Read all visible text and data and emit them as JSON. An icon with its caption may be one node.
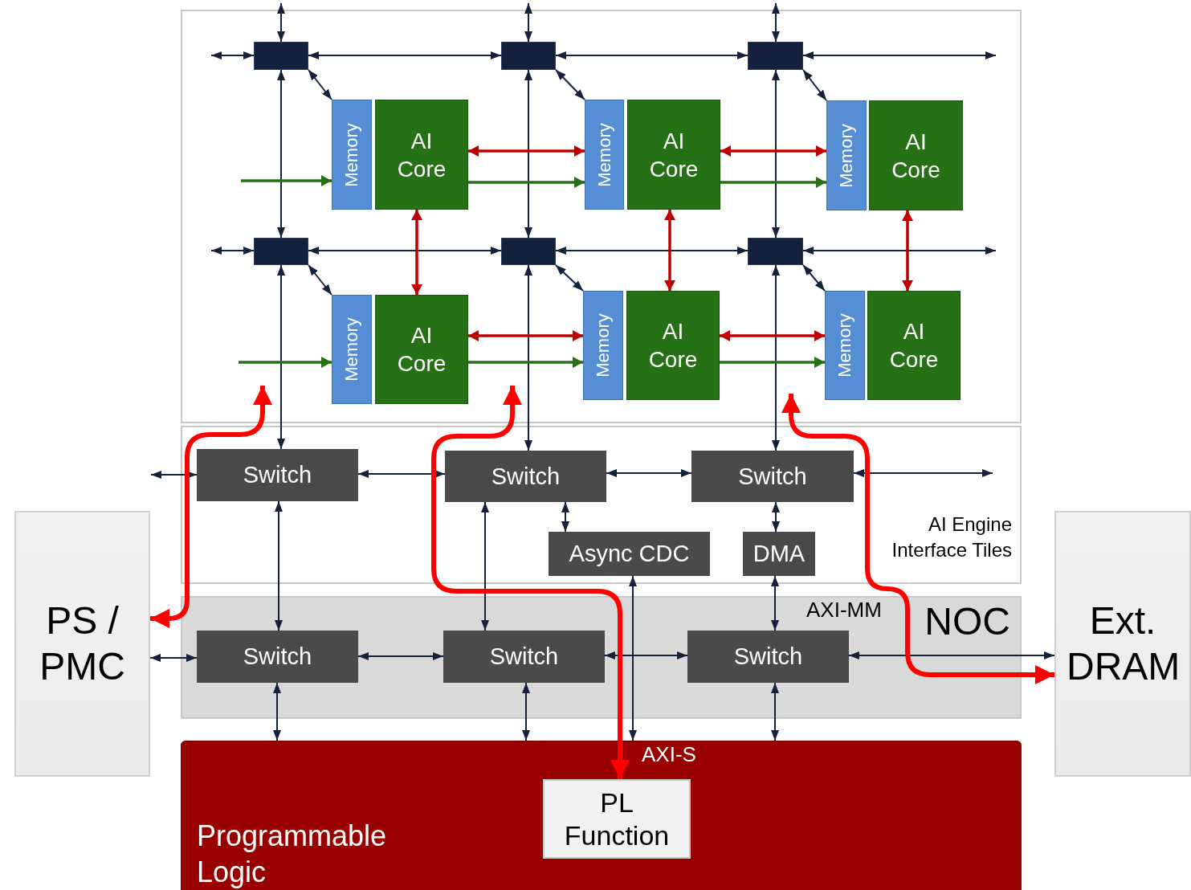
{
  "diagram": {
    "nodes": [
      {
        "text": [],
        "shape": "box"
      },
      {
        "text": [],
        "shape": "box",
        "in": 0
      },
      {
        "text": [],
        "shape": "box",
        "in": 0
      },
      {
        "text": [],
        "shape": "box",
        "in": 0
      },
      {
        "text": [],
        "shape": "box",
        "in": 0
      },
      {
        "text": [],
        "shape": "box",
        "in": 0
      },
      {
        "text": [],
        "shape": "box",
        "in": 0
      },
      {
        "text": [
          "Memory"
        ],
        "in": 0
      },
      {
        "text": [
          "AI Core"
        ],
        "in": 0
      },
      {
        "text": [
          "Memory"
        ],
        "in": 0
      },
      {
        "text": [
          "AI Core"
        ],
        "in": 0
      },
      {
        "text": [
          "Memory"
        ],
        "in": 0
      },
      {
        "text": [
          "AI Core"
        ],
        "in": 0
      },
      {
        "text": [
          "Memory"
        ],
        "in": 0
      },
      {
        "text": [
          "AI Core"
        ],
        "in": 0
      },
      {
        "text": [
          "Memory"
        ],
        "in": 0
      },
      {
        "text": [
          "AI Core"
        ],
        "in": 0
      },
      {
        "text": [
          "Memory"
        ],
        "in": 0
      },
      {
        "text": [
          "AI Core"
        ],
        "in": 0
      },
      {
        "text": [
          "AI Engine Interface Tiles"
        ]
      },
      {
        "text": [
          "Switch"
        ],
        "in": 19
      },
      {
        "text": [
          "Switch"
        ],
        "in": 19
      },
      {
        "text": [
          "Switch"
        ],
        "in": 19
      },
      {
        "text": [
          "Async CDC"
        ],
        "in": 19
      },
      {
        "text": [
          "DMA"
        ],
        "in": 19
      },
      {
        "text": [
          "NOC"
        ]
      },
      {
        "text": [
          "Switch"
        ],
        "in": 25
      },
      {
        "text": [
          "Switch"
        ],
        "in": 25
      },
      {
        "text": [
          "Switch"
        ],
        "in": 25
      },
      {
        "text": [
          "PS / PMC"
        ]
      },
      {
        "text": [
          "Ext. DRAM"
        ]
      },
      {
        "text": [
          "Programmable Logic"
        ]
      },
      {
        "text": [
          "PL Function"
        ],
        "in": 31
      }
    ],
    "edges": [
      {
        "from": null,
        "to": 1,
        "arrow": "both"
      },
      {
        "from": null,
        "to": 2,
        "arrow": "both"
      },
      {
        "from": null,
        "to": 3,
        "arrow": "both"
      },
      {
        "from": null,
        "to": 1,
        "arrow": "both"
      },
      {
        "from": 1,
        "to": 2,
        "arrow": "both"
      },
      {
        "from": 2,
        "to": 3,
        "arrow": "both"
      },
      {
        "from": 3,
        "to": null,
        "arrow": "both"
      },
      {
        "from": null,
        "to": 4,
        "arrow": "both"
      },
      {
        "from": 4,
        "to": 5,
        "arrow": "both"
      },
      {
        "from": 5,
        "to": 6,
        "arrow": "both"
      },
      {
        "from": 6,
        "to": null,
        "arrow": "both"
      },
      {
        "from": 1,
        "to": 4,
        "arrow": "both"
      },
      {
        "from": 2,
        "to": 5,
        "arrow": "both"
      },
      {
        "from": 3,
        "to": 6,
        "arrow": "both"
      },
      {
        "from": 1,
        "to": 7,
        "arrow": "both"
      },
      {
        "from": 2,
        "to": 9,
        "arrow": "both"
      },
      {
        "from": 3,
        "to": 11,
        "arrow": "both"
      },
      {
        "from": 4,
        "to": 13,
        "arrow": "both"
      },
      {
        "from": 5,
        "to": 15,
        "arrow": "both"
      },
      {
        "from": 6,
        "to": 17,
        "arrow": "both"
      },
      {
        "from": 4,
        "to": 20,
        "arrow": "both"
      },
      {
        "from": 5,
        "to": 21,
        "arrow": "both"
      },
      {
        "from": 6,
        "to": 22,
        "arrow": "both"
      },
      {
        "from": 8,
        "to": 9,
        "arrow": "both",
        "color": "#c00000"
      },
      {
        "from": 10,
        "to": 11,
        "arrow": "both",
        "color": "#c00000"
      },
      {
        "from": 14,
        "to": 15,
        "arrow": "both",
        "color": "#c00000"
      },
      {
        "from": 16,
        "to": 17,
        "arrow": "both",
        "color": "#c00000"
      },
      {
        "from": 8,
        "to": 14,
        "arrow": "both",
        "color": "#c00000"
      },
      {
        "from": 10,
        "to": 16,
        "arrow": "both",
        "color": "#c00000"
      },
      {
        "from": 12,
        "to": 18,
        "arrow": "both",
        "color": "#c00000"
      },
      {
        "from": null,
        "to": 7,
        "arrow": "to",
        "color": "#267016"
      },
      {
        "from": 8,
        "to": 9,
        "arrow": "to",
        "color": "#267016"
      },
      {
        "from": 10,
        "to": 11,
        "arrow": "to",
        "color": "#267016"
      },
      {
        "from": null,
        "to": 13,
        "arrow": "to",
        "color": "#267016"
      },
      {
        "from": 14,
        "to": 15,
        "arrow": "to",
        "color": "#267016"
      },
      {
        "from": 16,
        "to": 17,
        "arrow": "to",
        "color": "#267016"
      },
      {
        "from": null,
        "to": 20,
        "arrow": "both"
      },
      {
        "from": 20,
        "to": 21,
        "arrow": "both"
      },
      {
        "from": 21,
        "to": 22,
        "arrow": "both"
      },
      {
        "from": 22,
        "to": null,
        "arrow": "both"
      },
      {
        "from": 20,
        "to": 26,
        "arrow": "both"
      },
      {
        "from": 21,
        "to": 27,
        "arrow": "both"
      },
      {
        "from": 21,
        "to": 23,
        "arrow": "both"
      },
      {
        "from": 22,
        "to": 24,
        "arrow": "both"
      },
      {
        "from": 24,
        "to": 28,
        "arrow": "both"
      },
      {
        "from": 23,
        "to": 31,
        "arrow": "both"
      },
      {
        "from": 29,
        "to": 26,
        "arrow": "both"
      },
      {
        "from": 26,
        "to": 27,
        "arrow": "both"
      },
      {
        "from": 27,
        "to": 28,
        "arrow": "both"
      },
      {
        "from": 28,
        "to": 30,
        "arrow": "both"
      },
      {
        "from": 26,
        "to": 31,
        "arrow": "both"
      },
      {
        "from": 27,
        "to": 31,
        "arrow": "both"
      },
      {
        "from": 28,
        "to": 31,
        "arrow": "both"
      },
      {
        "from": 0,
        "to": 29,
        "arrow": "both",
        "style": "thick",
        "color": "#ff0000"
      },
      {
        "from": 0,
        "to": 32,
        "arrow": "both",
        "style": "thick",
        "color": "#ff0000"
      },
      {
        "from": 0,
        "to": 30,
        "arrow": "both",
        "style": "thick",
        "color": "#ff0000"
      }
    ],
    "labels": [
      "AXI-MM",
      "AXI-S"
    ]
  }
}
